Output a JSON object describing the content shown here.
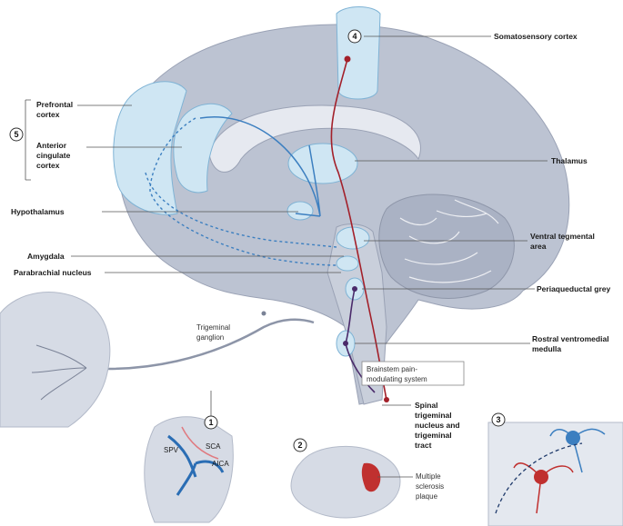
{
  "labels": {
    "somatosensory_cortex": "Somatosensory cortex",
    "prefrontal_cortex_1": "Prefrontal",
    "prefrontal_cortex_2": "cortex",
    "anterior_cingulate_1": "Anterior",
    "anterior_cingulate_2": "cingulate",
    "anterior_cingulate_3": "cortex",
    "thalamus": "Thalamus",
    "hypothalamus": "Hypothalamus",
    "ventral_tegmental_1": "Ventral tegmental",
    "ventral_tegmental_2": "area",
    "amygdala": "Amygdala",
    "parabrachial_nucleus": "Parabrachial nucleus",
    "periaqueductal_grey": "Periaqueductal grey",
    "trigeminal_ganglion_1": "Trigeminal",
    "trigeminal_ganglion_2": "ganglion",
    "rostral_ventromedial_1": "Rostral ventromedial",
    "rostral_ventromedial_2": "medulla",
    "brainstem_pain_1": "Brainstem pain-",
    "brainstem_pain_2": "modulating system",
    "spinal_trigeminal_1": "Spinal",
    "spinal_trigeminal_2": "trigeminal",
    "spinal_trigeminal_3": "nucleus and",
    "spinal_trigeminal_4": "trigeminal",
    "spinal_trigeminal_5": "tract",
    "multiple_sclerosis_1": "Multiple",
    "multiple_sclerosis_2": "sclerosis",
    "multiple_sclerosis_3": "plaque",
    "spv": "SPV",
    "sca": "SCA",
    "aica": "AICA"
  },
  "numbers": {
    "n1": "1",
    "n2": "2",
    "n3": "3",
    "n4": "4",
    "n5": "5"
  },
  "colors": {
    "brain": "#bcc3d2",
    "brain_dark": "#a3abbe",
    "region_blue": "#cfe6f3",
    "pathway_blue": "#3c7fc0",
    "pathway_red": "#a3202a",
    "pathway_purple": "#4a2a6a"
  }
}
